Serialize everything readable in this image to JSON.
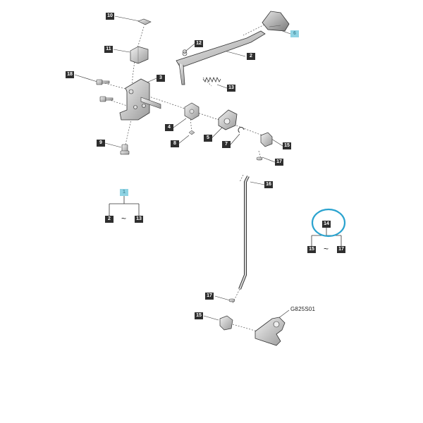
{
  "callouts": {
    "c10": "10",
    "c11": "11",
    "c18": "18",
    "c3": "3",
    "c12": "12",
    "c2": "2",
    "c13": "13",
    "c4": "4",
    "c8": "8",
    "c9": "9",
    "c5": "5",
    "c7": "7",
    "c15a": "15",
    "c17a": "17",
    "c16": "16",
    "c17b": "17",
    "c15b": "15",
    "c1": "1",
    "c6": "6",
    "g1_from": "2",
    "g1_to": "13",
    "g14": "14",
    "g14_from": "15",
    "g14_to": "17"
  },
  "tilde": "~",
  "drawing_code": "G825S01",
  "colors": {
    "callout_bg": "#2e2e2e",
    "highlight_callout_bg": "#8fd3e3",
    "highlight_ring": "#2aa3cf",
    "line": "#333333"
  }
}
